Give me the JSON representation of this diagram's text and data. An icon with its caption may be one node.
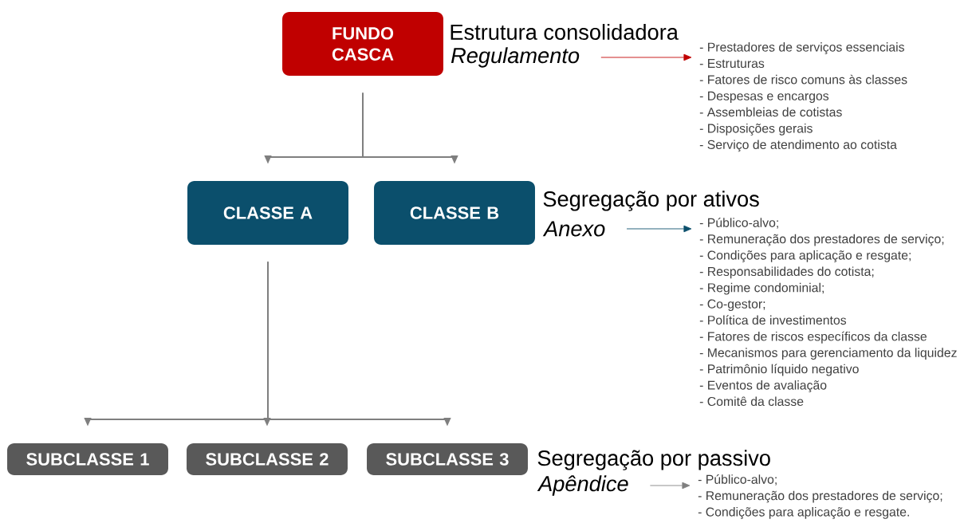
{
  "diagram": {
    "nodes": [
      {
        "text": [
          "FUNDO CASCA"
        ]
      },
      {
        "text": [
          "CLASSE A"
        ]
      },
      {
        "text": [
          "CLASSE B"
        ]
      },
      {
        "text": [
          "SUBCLASSE 1"
        ]
      },
      {
        "text": [
          "SUBCLASSE 2"
        ]
      },
      {
        "text": [
          "SUBCLASSE 3"
        ]
      },
      {
        "text": [
          "Regulamento"
        ]
      },
      {
        "text": [
          "- Prestadores de serviços essenciais",
          "- Estruturas",
          "- Fatores de risco comuns às classes",
          "- Despesas e encargos",
          "- Assembleias de cotistas",
          "- Disposições gerais",
          "- Serviço de atendimento ao cotista"
        ]
      },
      {
        "text": [
          "Anexo"
        ]
      },
      {
        "text": [
          "- Público-alvo;",
          "- Remuneração dos prestadores de serviço;",
          "- Condições para aplicação e resgate;",
          "- Responsabilidades do cotista;",
          "- Regime condominial;",
          "- Co-gestor;",
          "- Política de investimentos",
          "- Fatores de riscos específicos da classe",
          "- Mecanismos para gerenciamento da liquidez",
          "- Patrimônio líquido negativo",
          "- Eventos de avaliação",
          "- Comitê da classe"
        ]
      },
      {
        "text": [
          "Apêndice"
        ]
      },
      {
        "text": [
          "- Público-alvo;",
          "- Remuneração dos prestadores de serviço;",
          "- Condições para  aplicação e resgate."
        ]
      }
    ],
    "edges": [
      {
        "from": 0,
        "to": 1,
        "arrow": "to"
      },
      {
        "from": 0,
        "to": 2,
        "arrow": "to"
      },
      {
        "from": 1,
        "to": 3,
        "arrow": "to"
      },
      {
        "from": 1,
        "to": 4,
        "arrow": "to"
      },
      {
        "from": 1,
        "to": 5,
        "arrow": "to"
      },
      {
        "from": 6,
        "to": 7,
        "arrow": "to",
        "color": "#c00000"
      },
      {
        "from": 8,
        "to": 9,
        "arrow": "to",
        "color": "#0b4f6c"
      },
      {
        "from": 10,
        "to": 11,
        "arrow": "to"
      }
    ],
    "labels": [
      "Estrutura consolidadora",
      "Segregação por ativos",
      "Segregação por passivo"
    ]
  }
}
